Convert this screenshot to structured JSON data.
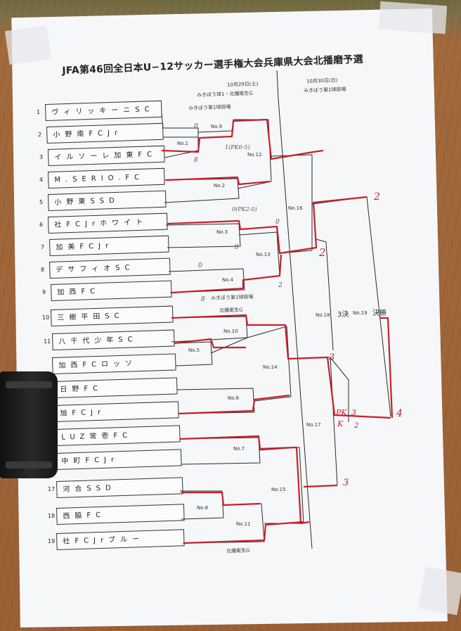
{
  "title": "JFA第46回全日本U−12サッカー選手権大会兵庫県大会北播磨予選",
  "dates": {
    "day1": "10月29日(土)",
    "day2": "10月30日(日)"
  },
  "venues": {
    "day1": "みきぼう球1・北播衛生G",
    "day2": "みきぼう第1球技場",
    "top": "みきぼう第1球技場",
    "mid1": "みきぼう第1球技場",
    "mid2": "北播衛生G",
    "bottom": "北播衛生G"
  },
  "teams": [
    {
      "seed": "1",
      "name": "ヴィリッキーニSC"
    },
    {
      "seed": "2",
      "name": "小野南FCJr"
    },
    {
      "seed": "3",
      "name": "イルソーレ加東FC"
    },
    {
      "seed": "4",
      "name": "M.SERIO.FC"
    },
    {
      "seed": "5",
      "name": "小野東SSD"
    },
    {
      "seed": "6",
      "name": "社FCJrホワイト"
    },
    {
      "seed": "7",
      "name": "加美FCJr"
    },
    {
      "seed": "8",
      "name": "デサフィオSC"
    },
    {
      "seed": "9",
      "name": "加西FC"
    },
    {
      "seed": "10",
      "name": "三樹平田SC"
    },
    {
      "seed": "11",
      "name": "八千代少年SC"
    },
    {
      "seed": "",
      "name": "加西FCロッソ"
    },
    {
      "seed": "",
      "name": "日野FC"
    },
    {
      "seed": "",
      "name": "旭FCJr"
    },
    {
      "seed": "",
      "name": "LUZ常壱FC"
    },
    {
      "seed": "",
      "name": "中町FCJr"
    },
    {
      "seed": "17",
      "name": "河合SSD"
    },
    {
      "seed": "18",
      "name": "西脇FC"
    },
    {
      "seed": "19",
      "name": "社FCJrブルー"
    }
  ],
  "matches": {
    "m1": "No.1",
    "m2": "No.2",
    "m3": "No.3",
    "m4": "No.4",
    "m5": "No.5",
    "m6": "No.6",
    "m7": "No.7",
    "m8": "No.8",
    "m9": "No.9",
    "m10": "No.10",
    "m11": "No.11",
    "m12": "No.12",
    "m13": "No.13",
    "m14": "No.14",
    "m15": "No.15",
    "m16": "No.16",
    "m17": "No.17",
    "m18": "No.18",
    "m19": "No.19"
  },
  "rounds": {
    "semi_final": "3決",
    "final": "決勝"
  },
  "handwritten": {
    "s1": "0",
    "s2": "8",
    "s3": "1(PK6-5)",
    "s4": "0(PK2-0)",
    "s5": "0",
    "s6": "0",
    "s7": "0",
    "s8": "2",
    "s9": "8",
    "s10": "2",
    "s11": "2",
    "s12": "3",
    "s13": "PK",
    "s14": "3",
    "s15": "2",
    "s16": "K",
    "s17": "3",
    "s18": "4"
  },
  "colors": {
    "ink": "#2a2a2a",
    "marker": "#c8202a",
    "paper": "#f6f7f9"
  }
}
